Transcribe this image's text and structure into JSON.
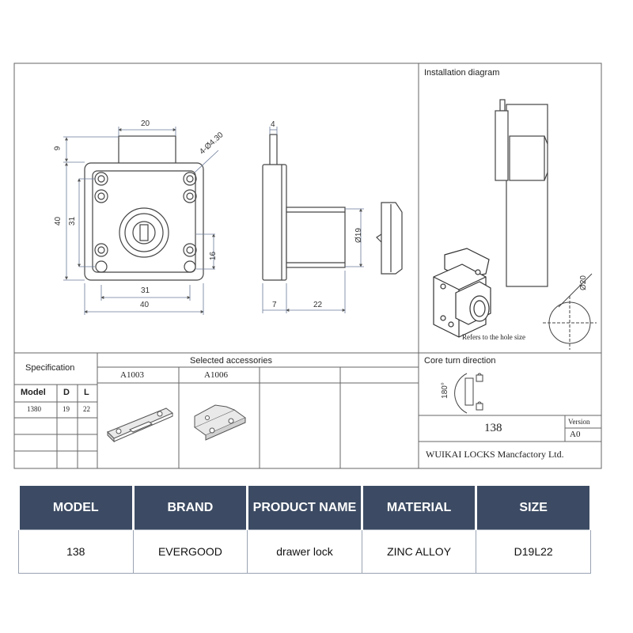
{
  "drawing": {
    "installation_title": "Installation diagram",
    "hole_note": "Refers to the hole size",
    "hole_diameter": "Ø20",
    "core_turn_title": "Core turn direction",
    "rotation_angle": "180°",
    "spec_title": "Specification",
    "accessories_title": "Selected accessories",
    "accessories": [
      "A1003",
      "A1006"
    ],
    "spec_headers": [
      "Model",
      "D",
      "L"
    ],
    "spec_row": [
      "1380",
      "19",
      "22"
    ],
    "model_number": "138",
    "version_label": "Version",
    "version_value": "A0",
    "company": "WUIKAI LOCKS Mancfactory Ltd.",
    "dims": {
      "top_width": "20",
      "body_width_inner": "31",
      "body_width": "40",
      "height_total": "40",
      "height_inner": "31",
      "height_offset": "9",
      "hole_spacing_v": "16",
      "screw_holes": "4-Ø4.30",
      "bolt_thickness": "4",
      "cylinder_dia": "Ø19",
      "plate_thickness": "7",
      "cylinder_length": "22"
    }
  },
  "table": {
    "headers": [
      "MODEL",
      "BRAND",
      "PRODUCT NAME",
      "MATERIAL",
      "SIZE"
    ],
    "values": [
      "138",
      "EVERGOOD",
      "drawer lock",
      "ZINC ALLOY",
      "D19L22"
    ]
  }
}
